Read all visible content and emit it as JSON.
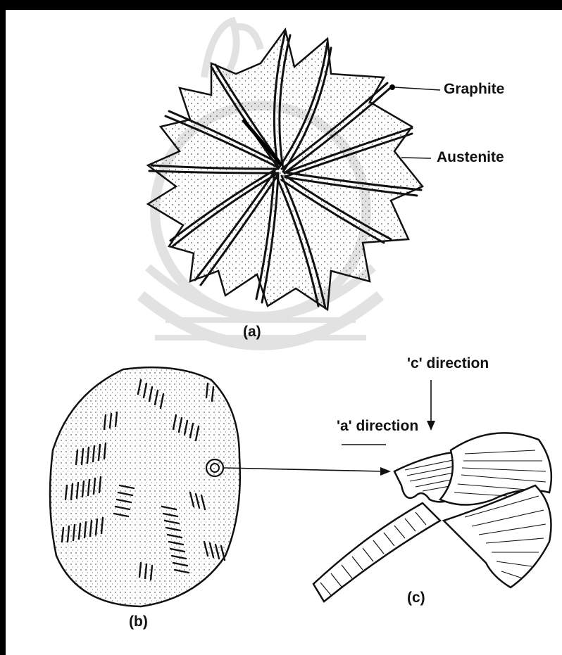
{
  "figure": {
    "labels": {
      "graphite": "Graphite",
      "austenite": "Austenite",
      "panel_a": "(a)",
      "panel_b": "(b)",
      "panel_c": "(c)",
      "c_direction": "'c' direction",
      "a_direction": "'a' direction"
    },
    "colors": {
      "ink": "#111111",
      "border": "#000000",
      "watermark": "#e0e0e0",
      "background": "#ffffff"
    }
  }
}
